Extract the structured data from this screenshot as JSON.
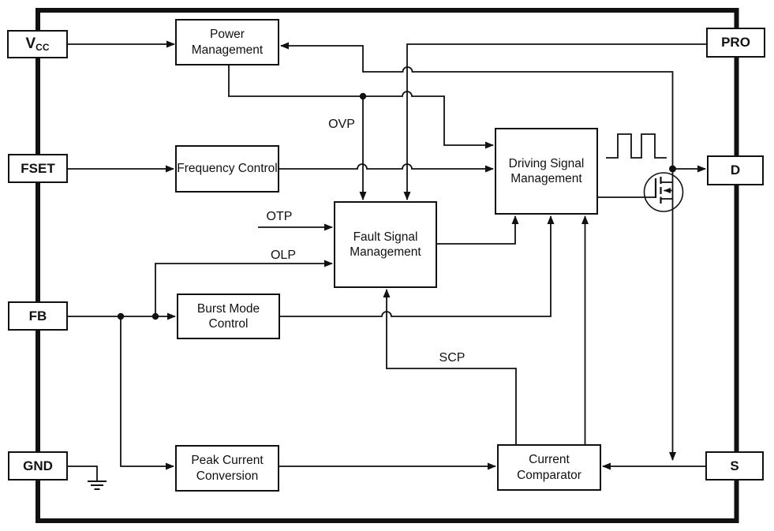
{
  "diagram": {
    "kind": "IC functional block diagram",
    "colors": {
      "line": "#111111",
      "background": "#ffffff"
    }
  },
  "pins": {
    "vcc": {
      "label": "V",
      "subscript": "CC"
    },
    "fset": {
      "label": "FSET"
    },
    "fb": {
      "label": "FB"
    },
    "gnd": {
      "label": "GND"
    },
    "pro": {
      "label": "PRO"
    },
    "d": {
      "label": "D"
    },
    "s": {
      "label": "S"
    }
  },
  "blocks": {
    "power_management": {
      "label": "Power Management"
    },
    "frequency_control": {
      "label": "Frequency Control"
    },
    "fault_signal_management": {
      "label": "Fault Signal Management"
    },
    "driving_signal_management": {
      "label": "Driving Signal Management"
    },
    "burst_mode_control": {
      "label": "Burst Mode Control"
    },
    "peak_current_conversion": {
      "label": "Peak Current Conversion"
    },
    "current_comparator": {
      "label": "Current Comparator"
    }
  },
  "signal_labels": {
    "ovp": "OVP",
    "otp": "OTP",
    "olp": "OLP",
    "scp": "SCP"
  },
  "symbols": {
    "mosfet": "n-channel power MOSFET",
    "ground": "signal ground",
    "waveform": "gate drive square wave"
  }
}
